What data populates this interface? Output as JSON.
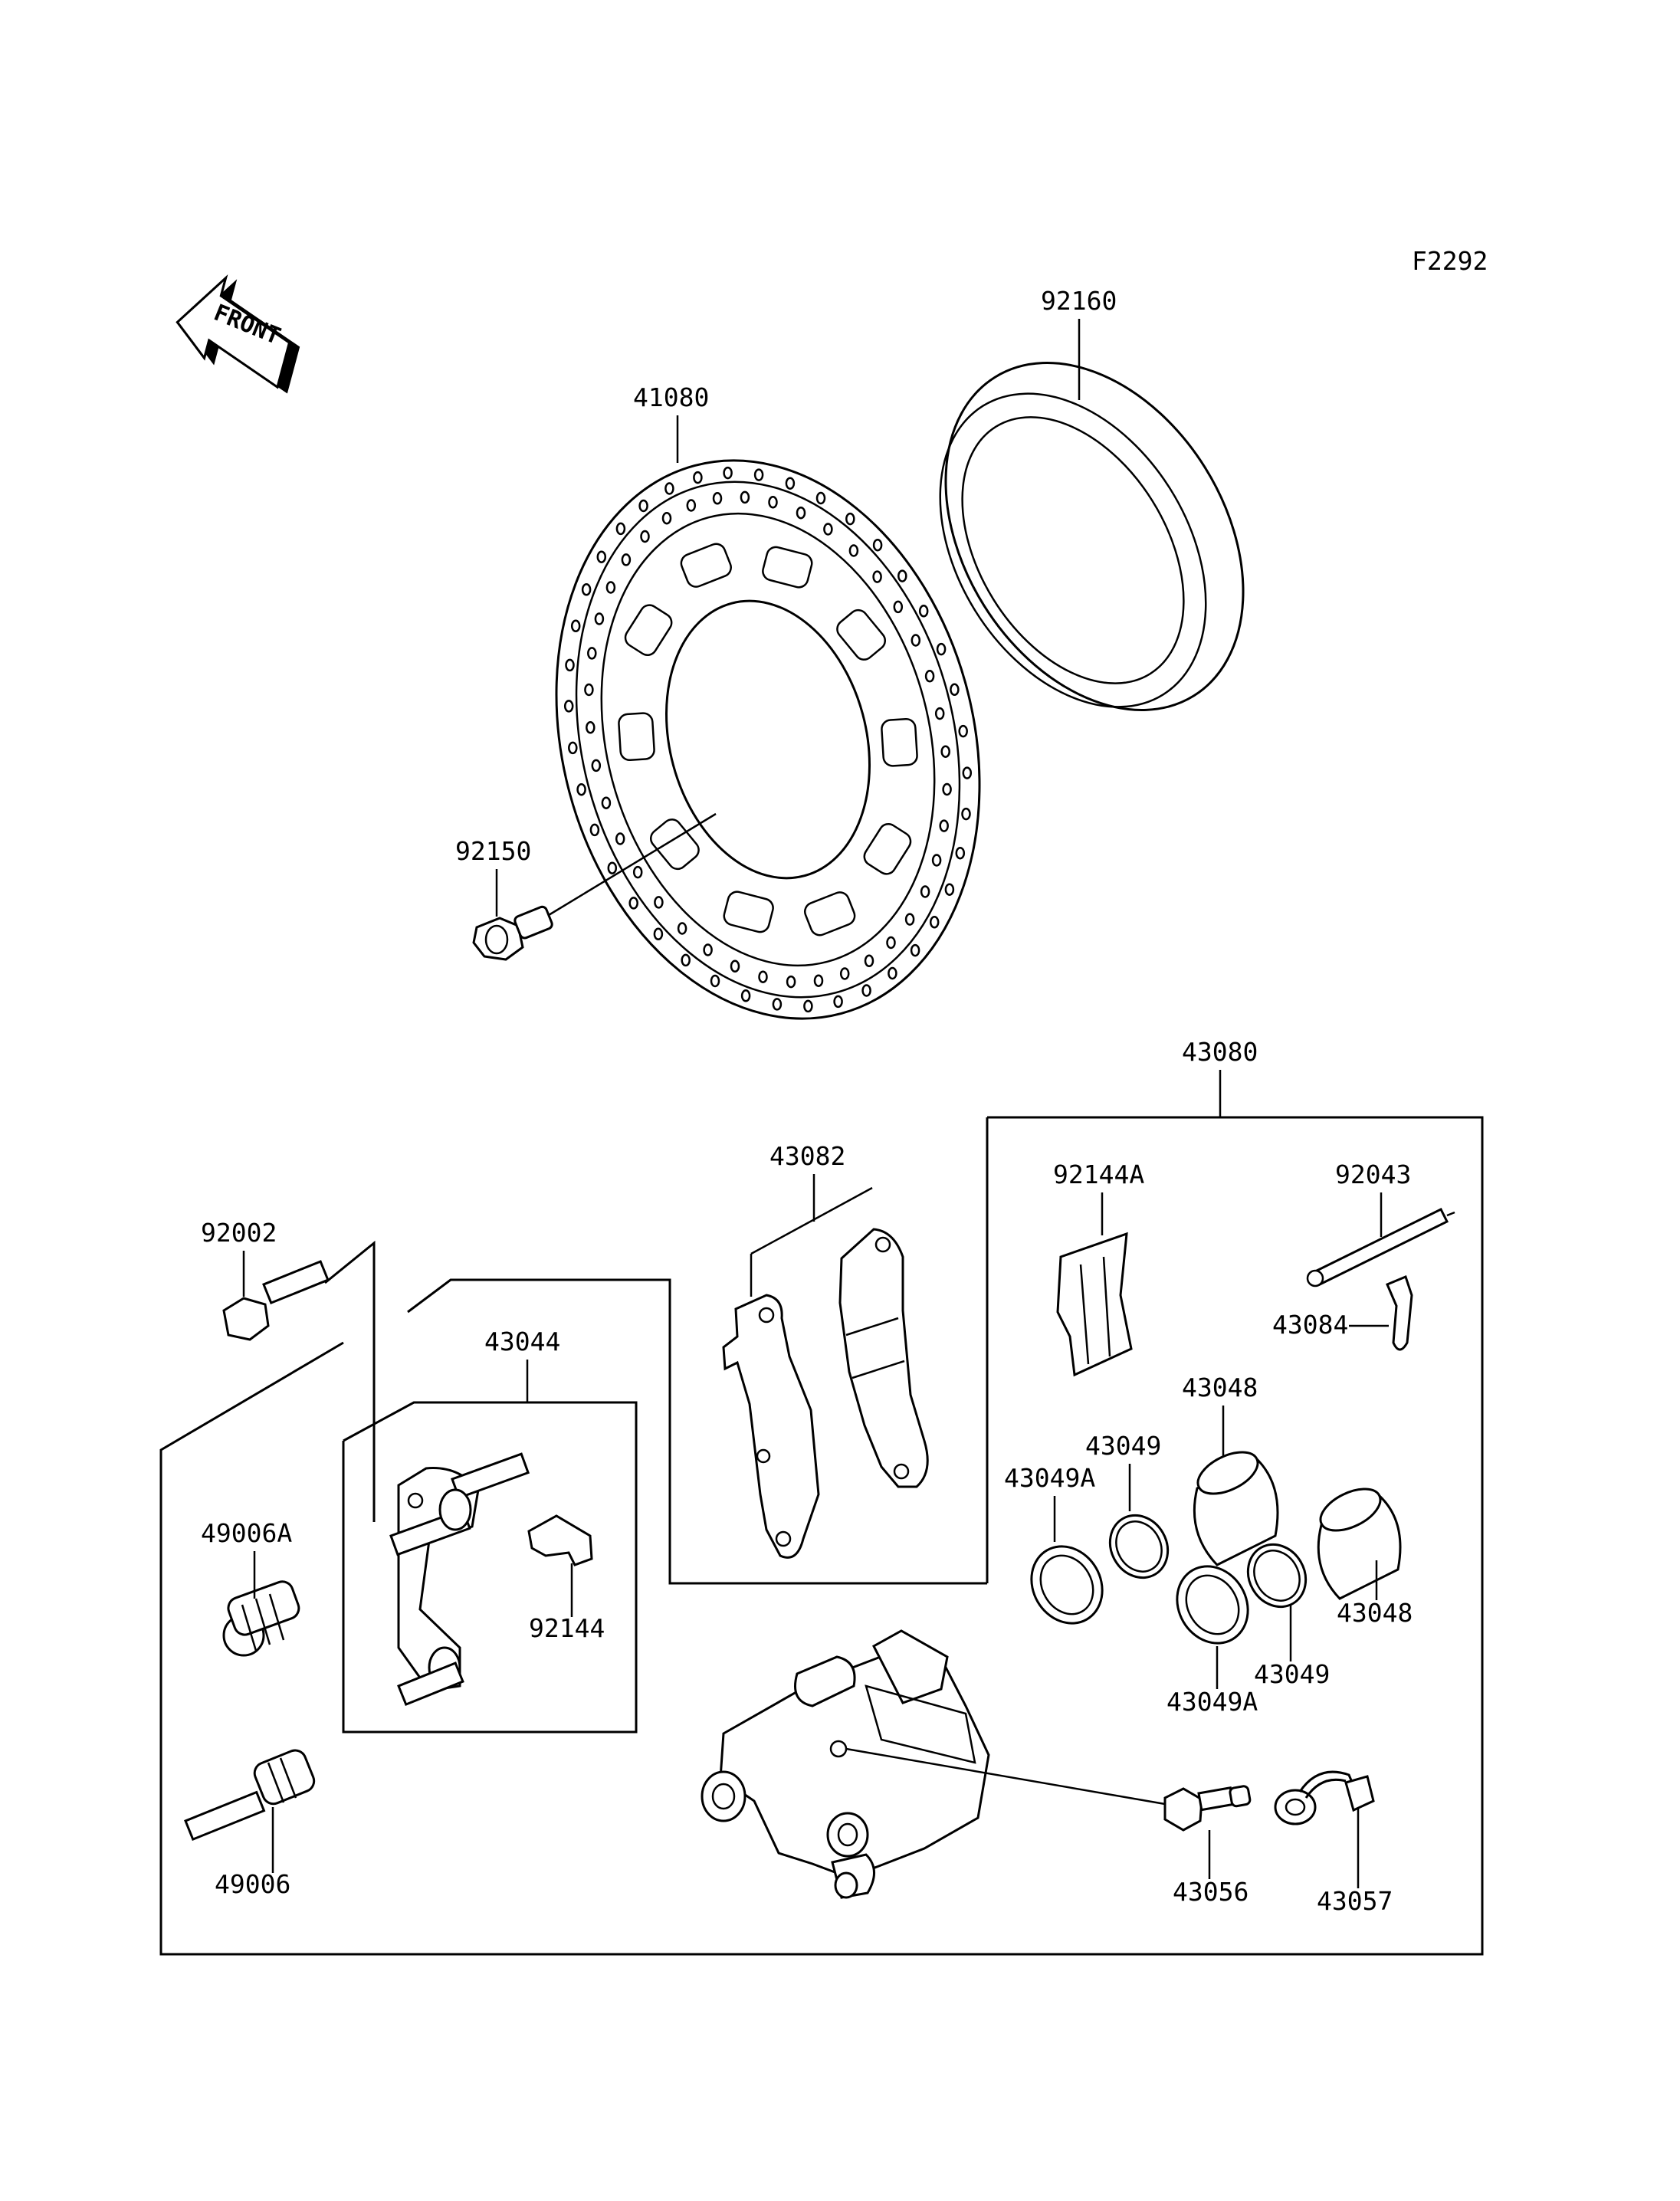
{
  "figure_code": "F2292",
  "front_label": "FRONT",
  "labels": {
    "p41080": "41080",
    "p92160": "92160",
    "p92150": "92150",
    "p43080": "43080",
    "p43082": "43082",
    "p92144A": "92144A",
    "p92043": "92043",
    "p43084": "43084",
    "p92002": "92002",
    "p43044": "43044",
    "p43048a": "43048",
    "p43049a": "43049",
    "p43049Aa": "43049A",
    "p49006A": "49006A",
    "p92144": "92144",
    "p43048b": "43048",
    "p43049b": "43049",
    "p43049Ab": "43049A",
    "p49006": "49006",
    "p43056": "43056",
    "p43057": "43057"
  }
}
